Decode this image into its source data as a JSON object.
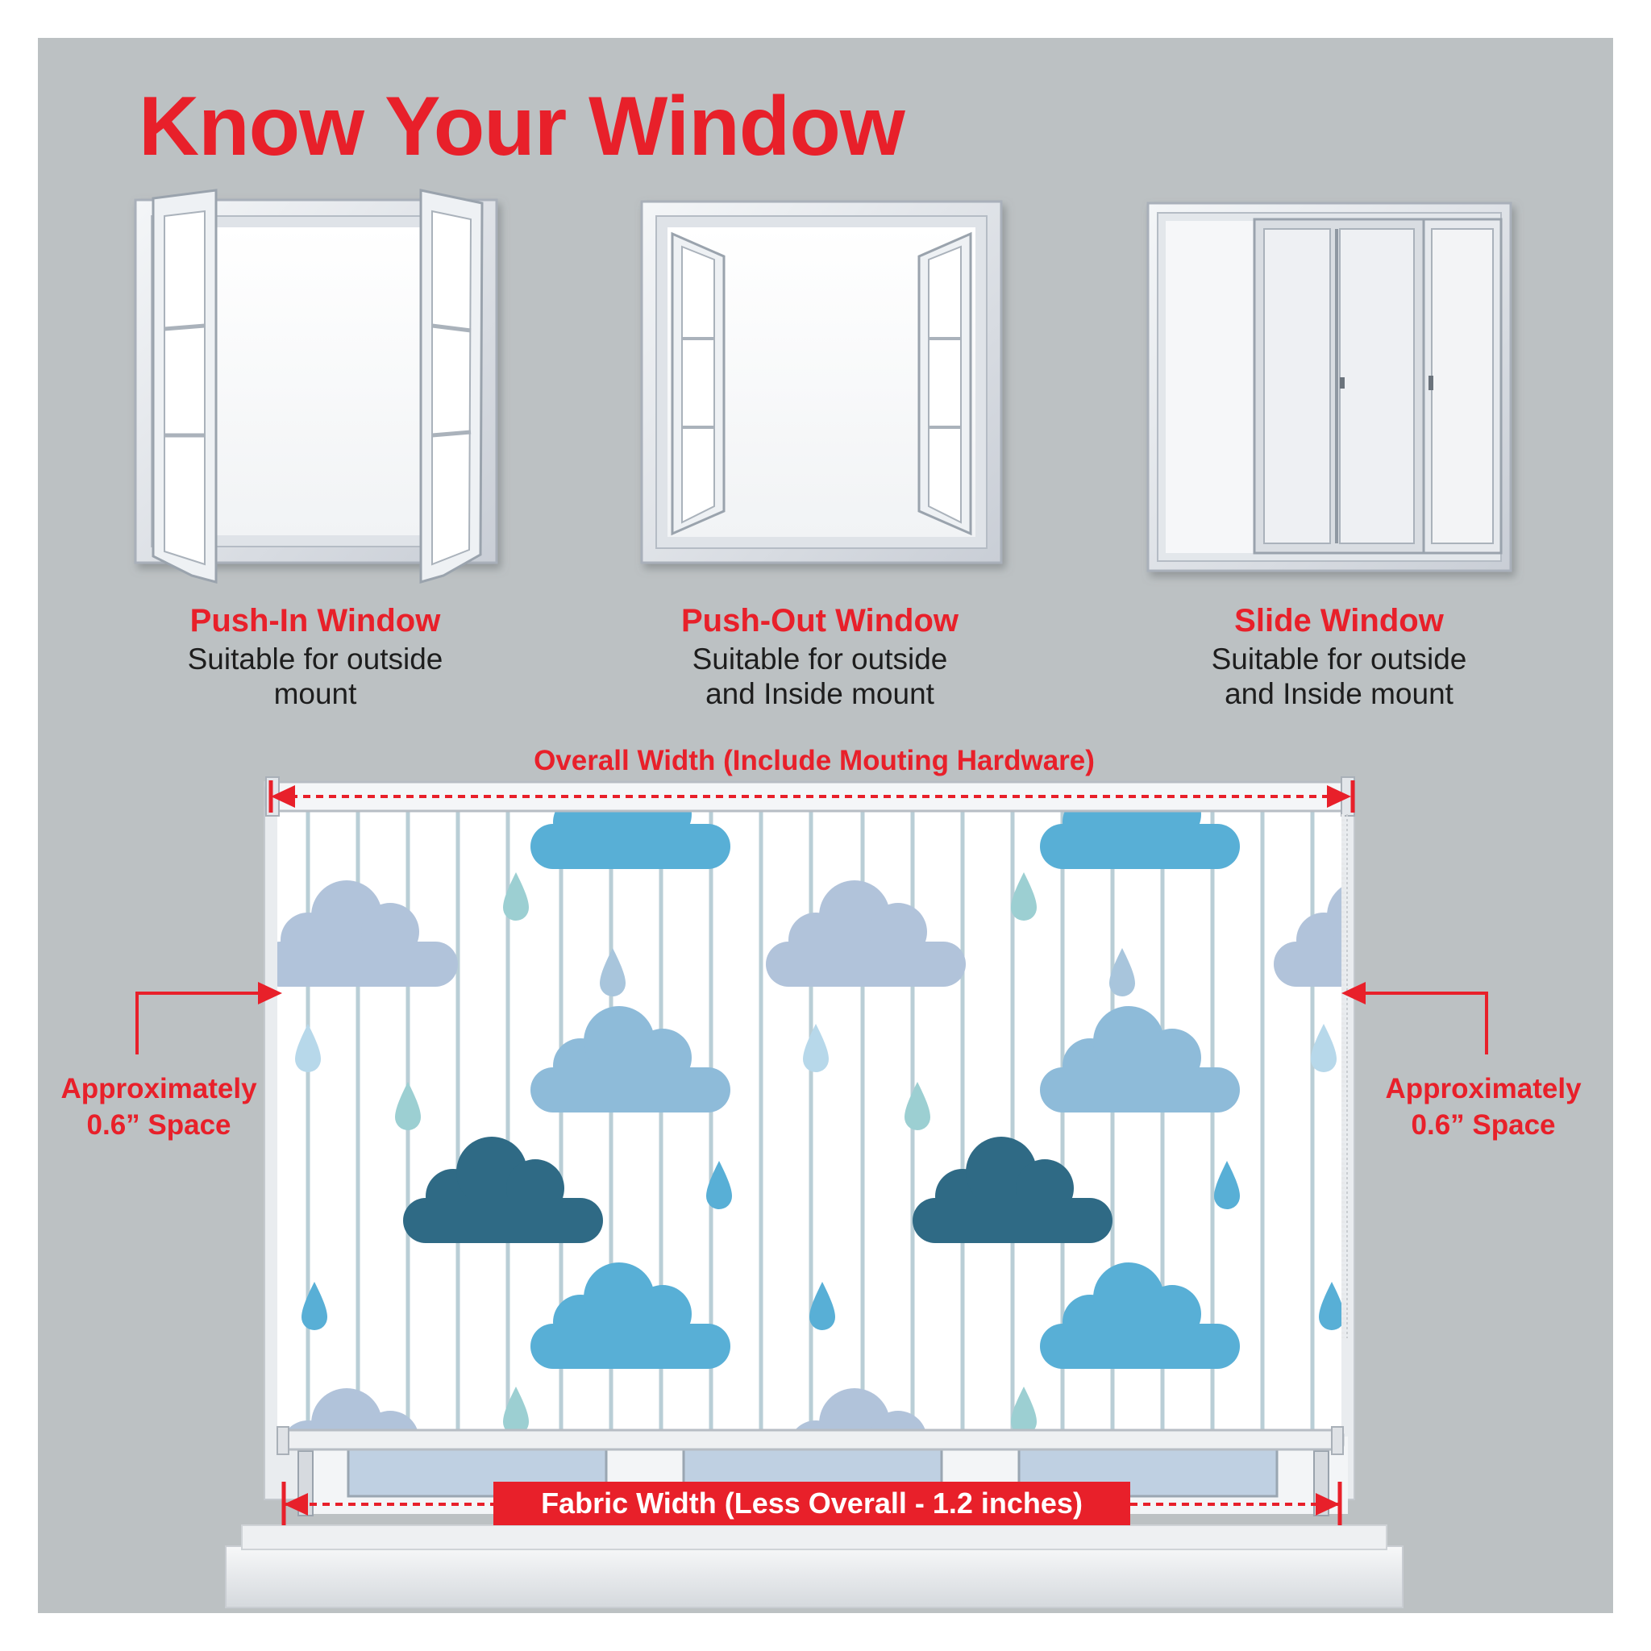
{
  "title": "Know Your Window",
  "windows": [
    {
      "name": "Push-In Window",
      "desc_line1": "Suitable for outside",
      "desc_line2": "mount"
    },
    {
      "name": "Push-Out Window",
      "desc_line1": "Suitable for outside",
      "desc_line2": "and Inside mount"
    },
    {
      "name": "Slide Window",
      "desc_line1": "Suitable for outside",
      "desc_line2": "and Inside mount"
    }
  ],
  "measurements": {
    "overall_width": "Overall Width (Include Mouting Hardware)",
    "fabric_width": "Fabric Width (Less Overall - 1.2 inches)",
    "left_space_line1": "Approximately",
    "left_space_line2": "0.6” Space",
    "right_space_line1": "Approximately",
    "right_space_line2": "0.6” Space"
  },
  "colors": {
    "accent": "#e8202a",
    "background": "#bcc1c3",
    "cloud_light": "#b1c3da",
    "cloud_mid": "#8ebbd9",
    "cloud_bright": "#58afd6",
    "cloud_dark": "#2f6a85"
  }
}
